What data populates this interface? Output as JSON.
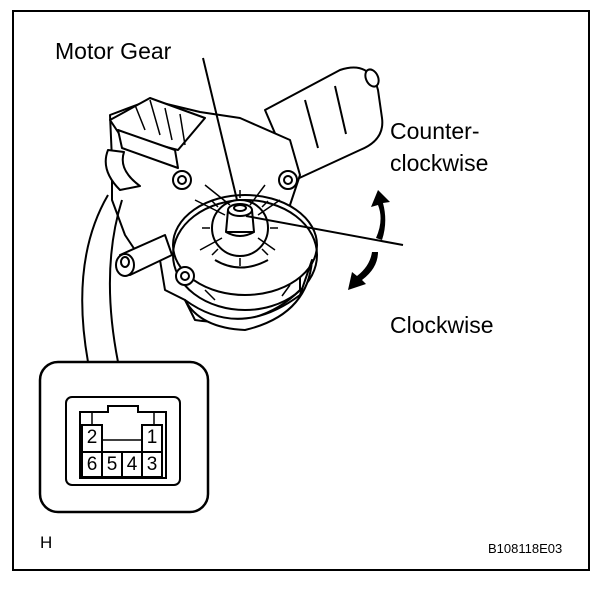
{
  "diagram": {
    "labels": {
      "motor_gear": "Motor Gear",
      "counter_line1": "Counter-",
      "counter_line2": "clockwise",
      "clockwise": "Clockwise",
      "corner_letter": "H",
      "figure_id": "B108118E03"
    },
    "connector_pins": {
      "top_left": "2",
      "top_right": "1",
      "bottom": [
        "6",
        "5",
        "4",
        "3"
      ]
    }
  },
  "colors": {
    "line": "#000000",
    "background": "#ffffff"
  },
  "icons": [
    "window-motor-illustration",
    "rotation-arrows-icon",
    "connector-face-icon"
  ]
}
